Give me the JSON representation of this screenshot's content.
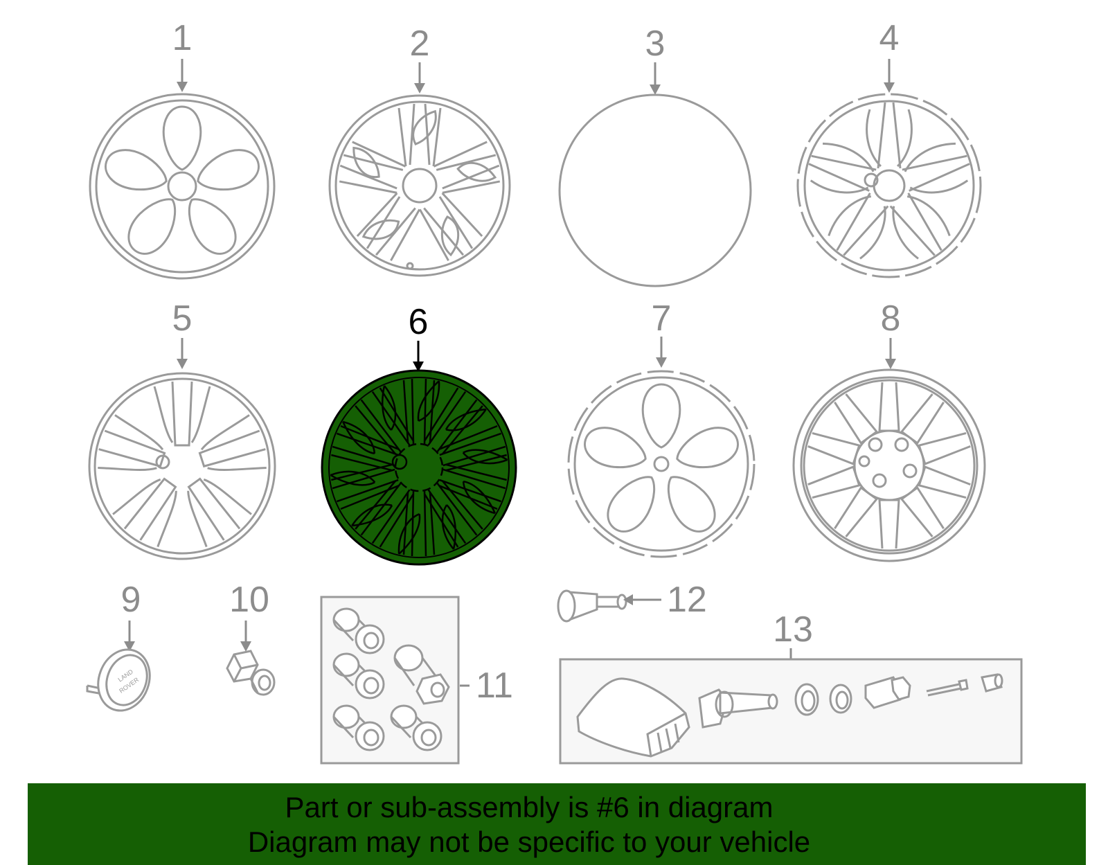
{
  "callouts": {
    "c1": "1",
    "c2": "2",
    "c3": "3",
    "c4": "4",
    "c5": "5",
    "c6": "6",
    "c7": "7",
    "c8": "8",
    "c9": "9",
    "c10": "10",
    "c11": "11",
    "c12": "12",
    "c13": "13"
  },
  "highlight": {
    "part_number": "6",
    "color": "#155f04"
  },
  "banner": {
    "line1": "Part or sub-assembly is #6 in diagram",
    "line2": "Diagram may not be specific to your vehicle",
    "background": "#155f04"
  },
  "badge_text": {
    "top": "LAND",
    "bottom": "ROVER"
  }
}
